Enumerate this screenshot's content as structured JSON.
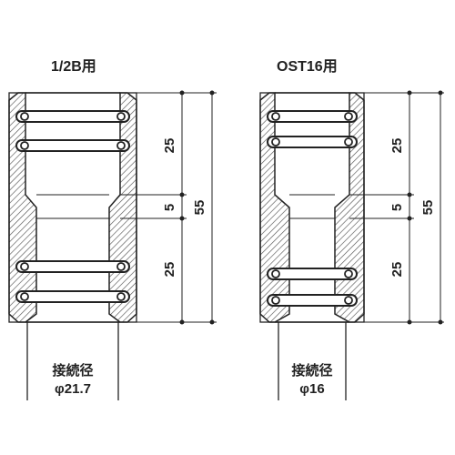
{
  "colors": {
    "line": "#222222",
    "hatch": "#555555",
    "background": "#ffffff"
  },
  "left": {
    "title": "1/2B用",
    "dim_top": "25",
    "dim_mid": "5",
    "dim_bottom": "25",
    "dim_total": "55",
    "label_line1": "接続径",
    "label_line2": "φ21.7"
  },
  "right": {
    "title": "OST16用",
    "dim_top": "25",
    "dim_mid": "5",
    "dim_bottom": "25",
    "dim_total": "55",
    "label_line1": "接続径",
    "label_line2": "φ16"
  }
}
